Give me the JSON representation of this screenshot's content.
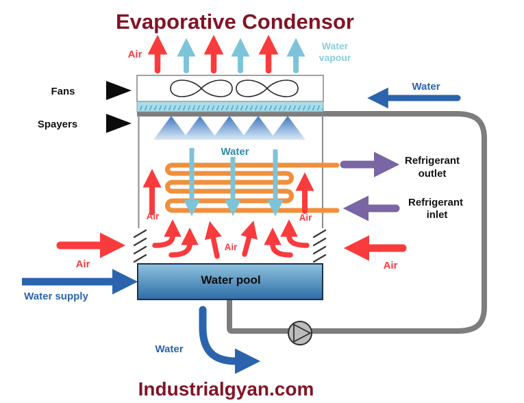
{
  "title": "Evaporative Condensor",
  "footer": {
    "watermark": "Industrialgyan.com"
  },
  "labels": {
    "fans": "Fans",
    "sprayers": "Spayers",
    "air": "Air",
    "water": "Water",
    "water_vapour": {
      "line1": "Water",
      "line2": "vapour"
    },
    "refrigerant_outlet": {
      "line1": "Refrigerant",
      "line2": "outlet"
    },
    "refrigerant_inlet": {
      "line1": "Refrigerant",
      "line2": "inlet"
    },
    "water_pool": "Water pool",
    "water_supply": "Water supply"
  },
  "colors": {
    "title_maroon": "#821425",
    "air_red": "#f93b3e",
    "water_blue": "#2b64ad",
    "vapour_light_blue": "#89cddd",
    "falling_water_blue": "#7ec4d8",
    "water_text_teal": "#2e8ca8",
    "coil_orange": "#f18f3c",
    "refrigerant_purple": "#7a65a5",
    "pipe_gray": "#7d7d7d",
    "pool_gradient_top": "#8fc3de",
    "pool_gradient_bottom": "#2d6ca6",
    "spray_cone_top": "#3f78bf",
    "sprayer_strip": "#aadbe8"
  }
}
